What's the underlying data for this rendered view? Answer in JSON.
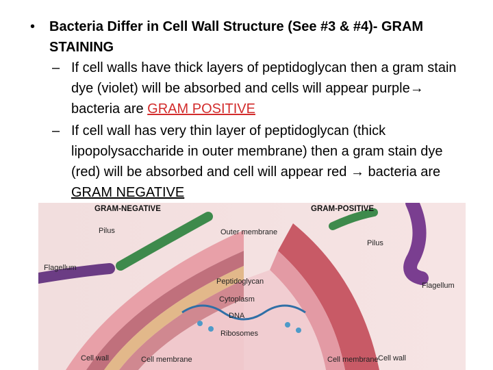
{
  "slide": {
    "bullet": "•",
    "heading": "Bacteria Differ in Cell Wall Structure (See #3 & #4)- GRAM STAINING",
    "sub1": {
      "dash": "–",
      "text_before": "If cell walls have thick layers of peptidoglycan then a gram stain dye (violet) will be absorbed and cells will appear purple",
      "arrow": "→",
      "text_middle": " bacteria are ",
      "highlight": "GRAM POSITIVE"
    },
    "sub2": {
      "dash": "–",
      "text_before": "If cell wall has very thin layer of peptidoglycan (thick lipopolysaccharide in outer membrane) then a gram stain dye (red) will be absorbed and cell will appear red ",
      "arrow": "→",
      "text_middle": " bacteria are ",
      "highlight": "GRAM NEGATIVE"
    }
  },
  "figure": {
    "left_title": "GRAM-NEGATIVE",
    "right_title": "GRAM-POSITIVE",
    "labels": {
      "pilus_left": "Pilus",
      "outer_membrane": "Outer membrane",
      "flagellum_left": "Flagellum",
      "peptidoglycan": "Peptidoglycan",
      "cytoplasm": "Cytoplasm",
      "dna": "DNA",
      "ribosomes": "Ribosomes",
      "cell_wall_left": "Cell wall",
      "cell_membrane_left": "Cell membrane",
      "pilus_right": "Pilus",
      "flagellum_right": "Flagellum",
      "cell_membrane_right": "Cell membrane",
      "cell_wall_right": "Cell wall"
    }
  }
}
